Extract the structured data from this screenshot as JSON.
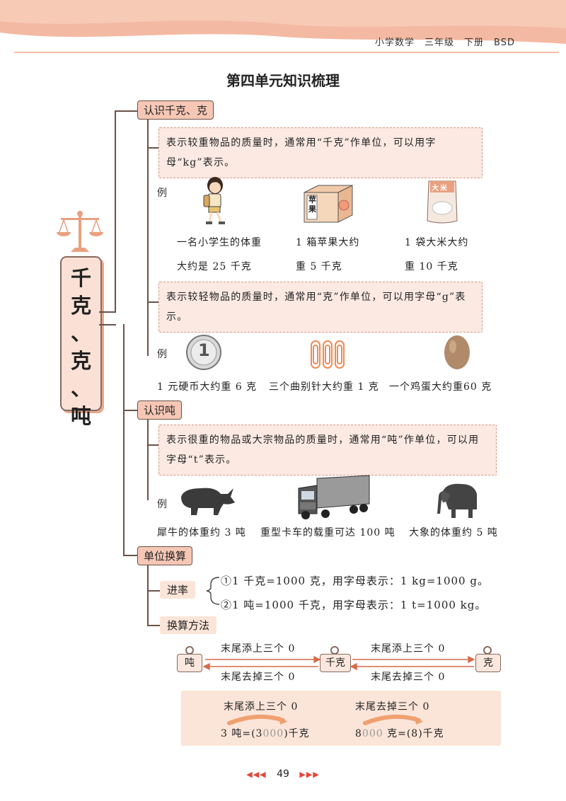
{
  "header": {
    "text": "小学数学　三年级　下册　BSD"
  },
  "title": "第四单元知识梳理",
  "main_topic": [
    "千",
    "克",
    "、",
    "克",
    "、",
    "吨"
  ],
  "sections": {
    "kg": {
      "label": "认识千克、克",
      "kg_note": "表示较重物品的质量时，通常用“千克”作单位，可以用字母“kg”表示。",
      "kg_examples": [
        {
          "line1": "一名小学生的体重",
          "line2": "大约是 25 千克"
        },
        {
          "line1": "1 箱苹果大约",
          "line2": "重 5 千克"
        },
        {
          "line1": "1 袋大米大约",
          "line2": "重 10 千克"
        }
      ],
      "g_note": "表示较轻物品的质量时，通常用“克”作单位，可以用字母“g”表示。",
      "g_examples": [
        "1 元硬币大约重 6 克",
        "三个曲别针大约重 1 克",
        "一个鸡蛋大约重60 克"
      ],
      "apple_box_label": "苹果",
      "rice_bag_label": "大米",
      "coin_label": "1"
    },
    "t": {
      "label": "认识吨",
      "note": "表示很重的物品或大宗物品的质量时，通常用“吨”作单位，可以用字母“t”表示。",
      "examples": [
        "犀牛的体重约 3 吨",
        "重型卡车的载重可达 100 吨",
        "大象的体重约 5 吨"
      ]
    },
    "conv": {
      "label": "单位换算",
      "rate_label": "进率",
      "rates": [
        "①1 千克=1000 克，用字母表示：1 kg=1000 g。",
        "②1 吨=1000 千克，用字母表示：1 t=1000 kg。"
      ],
      "method_label": "换算方法",
      "units": [
        "吨",
        "千克",
        "克"
      ],
      "add_zeros": "末尾添上三个 0",
      "remove_zeros": "末尾去掉三个 0",
      "examples": [
        {
          "hint": "末尾添上三个 0",
          "left": "3 吨=(3",
          "gray": "000",
          "right": ")千克"
        },
        {
          "hint": "末尾去掉三个 0",
          "left": "8",
          "gray": "000",
          "right": " 克=(8)千克"
        }
      ]
    }
  },
  "example_marker": "例",
  "page_number": "49",
  "colors": {
    "header_band": "#f4b9a2",
    "section_bg": "#f6c7b5",
    "note_bg": "#fbe9e2",
    "accent_red": "#e2473a"
  }
}
